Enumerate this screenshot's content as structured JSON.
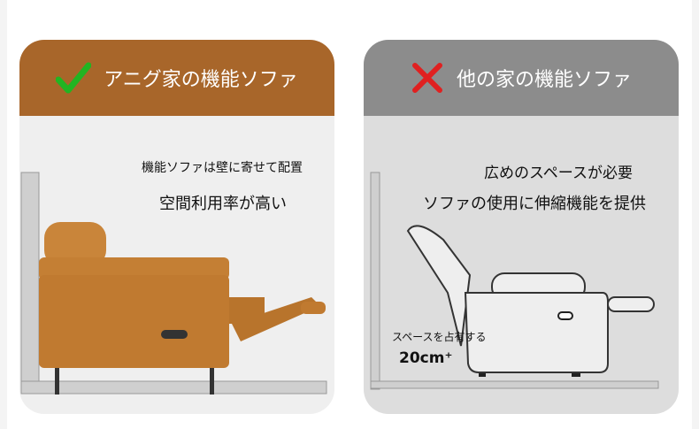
{
  "left_card": {
    "title": "アニグ家の機能ソファ",
    "icon": "check-icon",
    "accent": "#a8662a",
    "line1": "機能ソファは壁に寄せて配置",
    "line2": "空間利用率が高い"
  },
  "right_card": {
    "title": "他の家の機能ソファ",
    "icon": "cross-icon",
    "accent": "#8c8c8c",
    "line1": "広めのスペースが必要",
    "line2": "ソファの使用に伸縮機能を提供",
    "space_label": "スペースを占有する",
    "space_value": "20cm⁺"
  }
}
